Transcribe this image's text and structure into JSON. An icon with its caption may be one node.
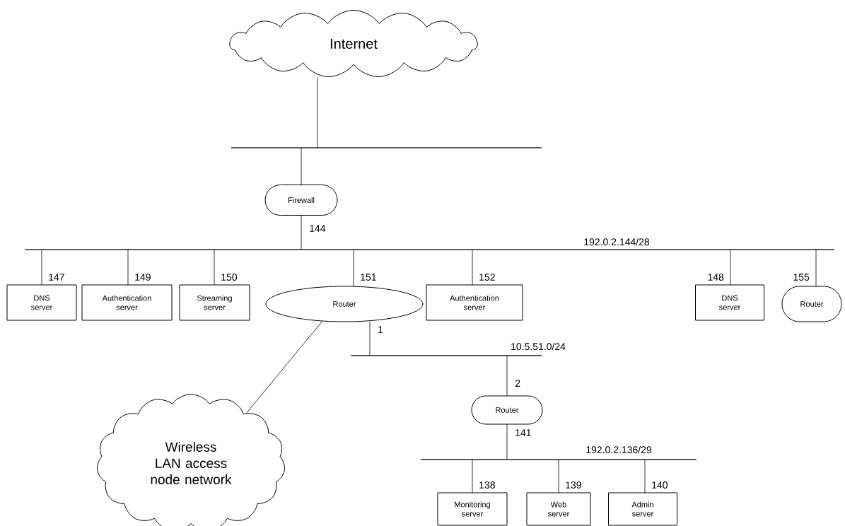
{
  "diagram": {
    "nodes": [
      {
        "text": [
          "Internet"
        ]
      },
      {
        "text": [],
        "shape": "bar"
      },
      {
        "text": [
          "Firewall"
        ]
      },
      {
        "text": [],
        "shape": "bar",
        "beside": [
          "192.0.2.144/28"
        ]
      },
      {
        "text": [
          "DNS server"
        ]
      },
      {
        "text": [
          "Authentication server"
        ]
      },
      {
        "text": [
          "Streaming server"
        ]
      },
      {
        "text": [
          "Router"
        ]
      },
      {
        "text": [
          "Authentication server"
        ]
      },
      {
        "text": [
          "DNS server"
        ]
      },
      {
        "text": [
          "Router"
        ]
      },
      {
        "text": [],
        "shape": "bar",
        "beside": [
          "10.5.51.0/24"
        ]
      },
      {
        "text": [
          "Wireless LAN access node network"
        ]
      },
      {
        "text": [
          "Router"
        ]
      },
      {
        "text": [],
        "shape": "bar",
        "beside": [
          "192.0.2.136/29"
        ]
      },
      {
        "text": [
          "Monitoring server"
        ]
      },
      {
        "text": [
          "Web server"
        ]
      },
      {
        "text": [
          "Admin server"
        ]
      }
    ],
    "edges": [
      {
        "from": 0,
        "to": 1,
        "arrow": "none"
      },
      {
        "from": 1,
        "to": 2,
        "arrow": "none"
      },
      {
        "from": 2,
        "to": 3,
        "arrow": "none",
        "label": "144"
      },
      {
        "from": 3,
        "to": 4,
        "arrow": "none",
        "label": "147"
      },
      {
        "from": 3,
        "to": 5,
        "arrow": "none",
        "label": "149"
      },
      {
        "from": 3,
        "to": 6,
        "arrow": "none",
        "label": "150"
      },
      {
        "from": 3,
        "to": 7,
        "arrow": "none",
        "label": "151"
      },
      {
        "from": 3,
        "to": 8,
        "arrow": "none",
        "label": "152"
      },
      {
        "from": 3,
        "to": 9,
        "arrow": "none",
        "label": "148"
      },
      {
        "from": 3,
        "to": 10,
        "arrow": "none",
        "label": "155"
      },
      {
        "from": 7,
        "to": 11,
        "arrow": "none",
        "label": "1"
      },
      {
        "from": 7,
        "to": 12,
        "arrow": "none"
      },
      {
        "from": 11,
        "to": 13,
        "arrow": "none",
        "label": "2"
      },
      {
        "from": 13,
        "to": 14,
        "arrow": "none",
        "label": "141"
      },
      {
        "from": 14,
        "to": 15,
        "arrow": "none",
        "label": "138"
      },
      {
        "from": 14,
        "to": 16,
        "arrow": "none",
        "label": "139"
      },
      {
        "from": 14,
        "to": 17,
        "arrow": "none",
        "label": "140"
      }
    ]
  }
}
